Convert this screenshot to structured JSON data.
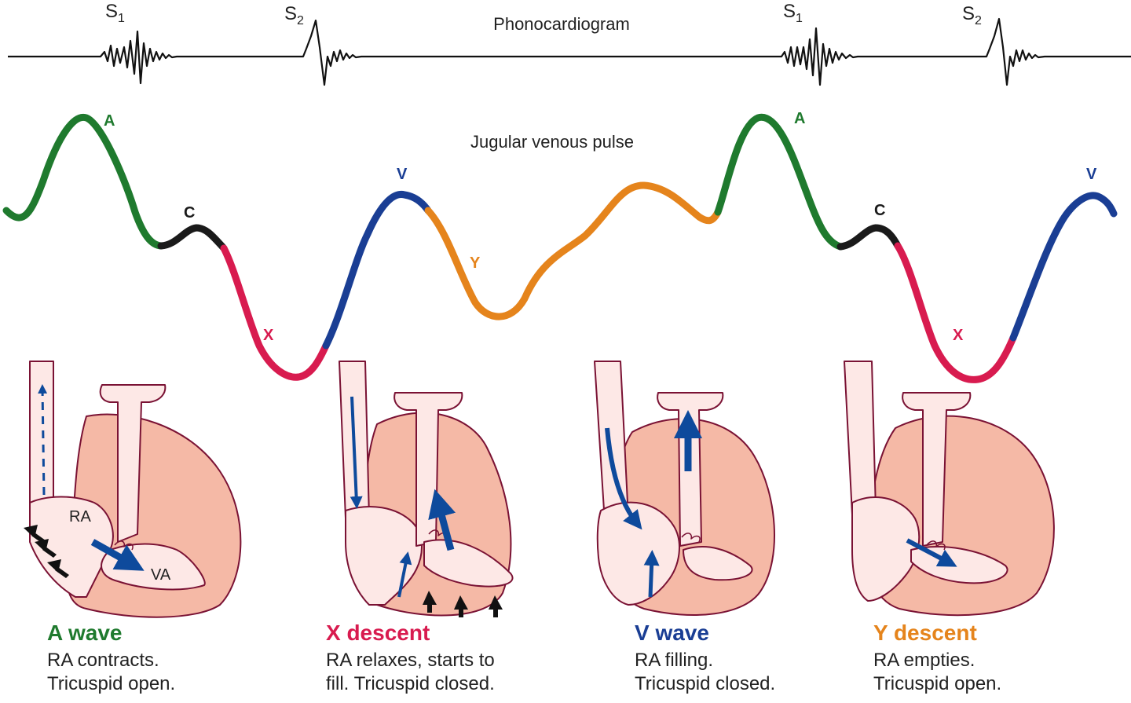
{
  "colors": {
    "a": "#1f7a2e",
    "c": "#1a1a1a",
    "x": "#d81b4f",
    "v": "#1a3e94",
    "y": "#e5841c",
    "heart_fill": "#f5b9a6",
    "chamber_fill": "#fde8e6",
    "outline": "#7a1234",
    "arrow": "#0e4a9c"
  },
  "phono": {
    "title": "Phonocardiogram",
    "s1": "S",
    "s1_sub": "1",
    "s2": "S",
    "s2_sub": "2"
  },
  "jvp": {
    "title": "Jugular venous pulse",
    "a": "A",
    "c": "C",
    "x": "X",
    "v": "V",
    "y": "Y"
  },
  "labels": {
    "ra": "RA",
    "va": "VA"
  },
  "panels": [
    {
      "title": "A wave",
      "line1": "RA contracts.",
      "line2": "Tricuspid open."
    },
    {
      "title": "X descent",
      "line1": "RA relaxes, starts to",
      "line2": "fill. Tricuspid closed."
    },
    {
      "title": "V wave",
      "line1": "RA filling.",
      "line2": "Tricuspid closed."
    },
    {
      "title": "Y descent",
      "line1": "RA empties.",
      "line2": "Tricuspid open."
    }
  ]
}
